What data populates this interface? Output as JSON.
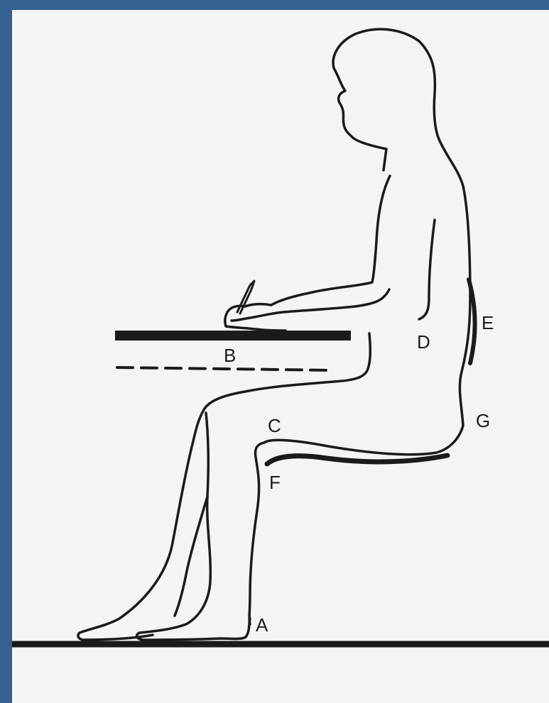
{
  "diagram": {
    "labels": {
      "a": "A",
      "b": "B",
      "c": "C",
      "d": "D",
      "e": "E",
      "f": "F",
      "g": "G"
    },
    "colors": {
      "frame": "#33628f",
      "paper": "#f4f4f2",
      "ink": "#1b1b1b"
    }
  }
}
